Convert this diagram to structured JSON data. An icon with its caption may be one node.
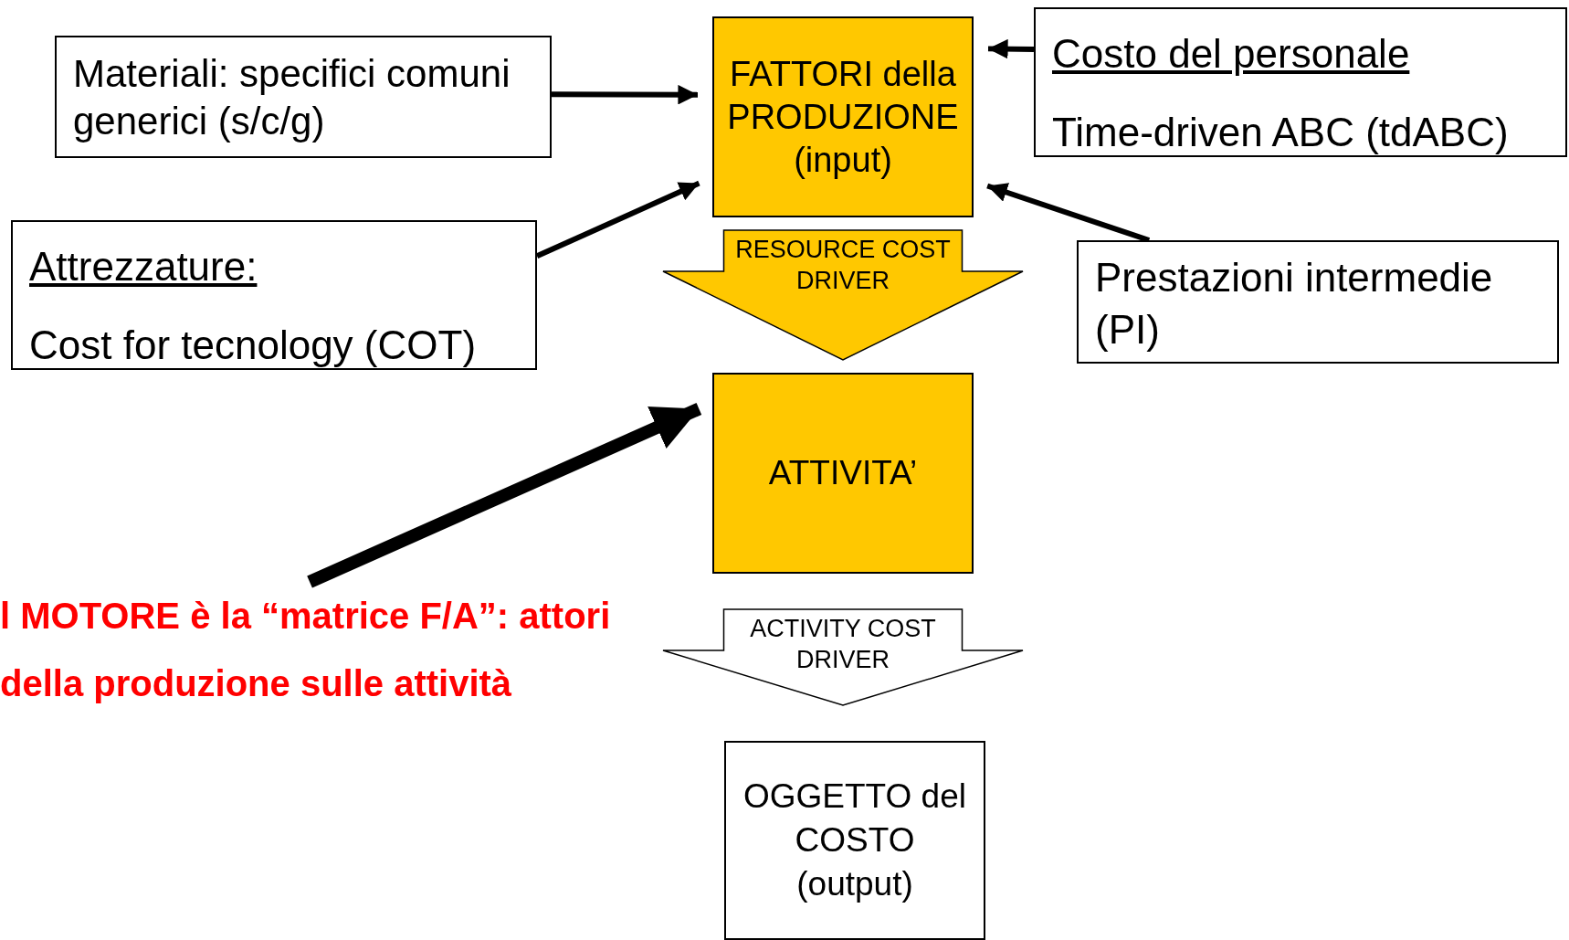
{
  "diagram": {
    "nodes": [
      {
        "text": [
          "Materiali: specifici comuni generici (s/c/g)"
        ]
      },
      {
        "text": [
          "FATTORI della PRODUZIONE (input)"
        ]
      },
      {
        "text": [
          "Costo del personale",
          "Time-driven ABC (tdABC)"
        ]
      },
      {
        "text": [
          "Attrezzature:",
          "Cost for tecnology (COT)"
        ]
      },
      {
        "text": [
          "Prestazioni intermedie (PI)"
        ]
      },
      {
        "text": [
          "ATTIVITA’"
        ]
      },
      {
        "text": [
          "l MOTORE è la “matrice F/A”: attori della produzione sulle attività"
        ]
      },
      {
        "text": [
          "OGGETTO del COSTO (output)"
        ]
      }
    ],
    "edges": [
      {
        "from": 0,
        "to": 1,
        "arrow": "to"
      },
      {
        "from": 2,
        "to": 1,
        "arrow": "to"
      },
      {
        "from": 3,
        "to": 1,
        "arrow": "to"
      },
      {
        "from": 4,
        "to": 1,
        "arrow": "to"
      },
      {
        "from": 1,
        "to": 5,
        "arrow": "to",
        "label": "RESOURCE COST DRIVER",
        "style": "thick",
        "color": "#ffc800"
      },
      {
        "from": 6,
        "to": 5,
        "arrow": "to",
        "style": "thick"
      },
      {
        "from": 5,
        "to": 7,
        "arrow": "to",
        "label": "ACTIVITY COST DRIVER",
        "style": "thick"
      }
    ]
  }
}
